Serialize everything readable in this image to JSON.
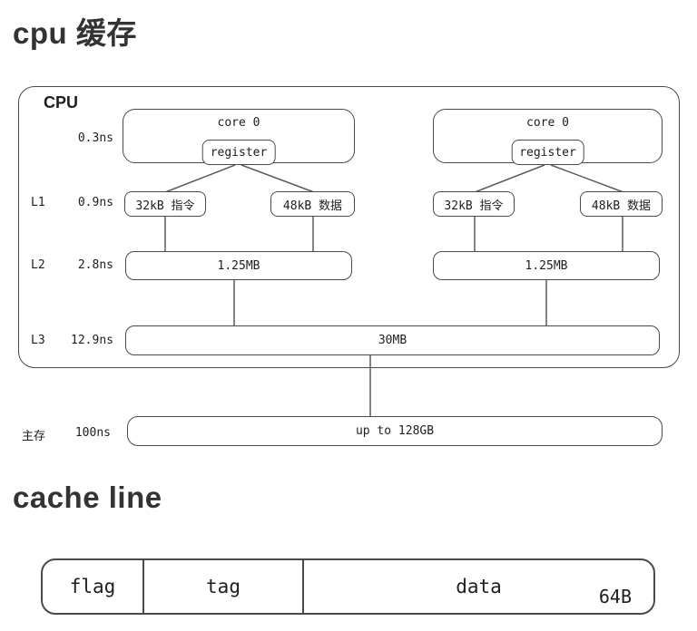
{
  "colors": {
    "line": "#4a4a4b",
    "text": "#1e1e1e",
    "title": "#333333",
    "background": "#ffffff"
  },
  "sections": [
    {
      "title": "cpu 缓存"
    },
    {
      "title": "cache line"
    }
  ],
  "cpu_diagram": {
    "container_label": "CPU",
    "latency_rows": [
      {
        "level": "",
        "latency": "0.3ns"
      },
      {
        "level": "L1",
        "latency": "0.9ns"
      },
      {
        "level": "L2",
        "latency": "2.8ns"
      },
      {
        "level": "L3",
        "latency": "12.9ns"
      },
      {
        "level": "主存",
        "latency": "100ns"
      }
    ],
    "cores": [
      {
        "name": "core 0",
        "register_label": "register",
        "l1_instruction": "32kB 指令",
        "l1_data": "48kB 数据",
        "l2_size": "1.25MB"
      },
      {
        "name": "core 0",
        "register_label": "register",
        "l1_instruction": "32kB 指令",
        "l1_data": "48kB 数据",
        "l2_size": "1.25MB"
      }
    ],
    "l3_size": "30MB",
    "main_memory": "up to 128GB"
  },
  "cache_line": {
    "fields": [
      {
        "label": "flag"
      },
      {
        "label": "tag"
      },
      {
        "label": "data"
      }
    ],
    "size_label": "64B"
  }
}
